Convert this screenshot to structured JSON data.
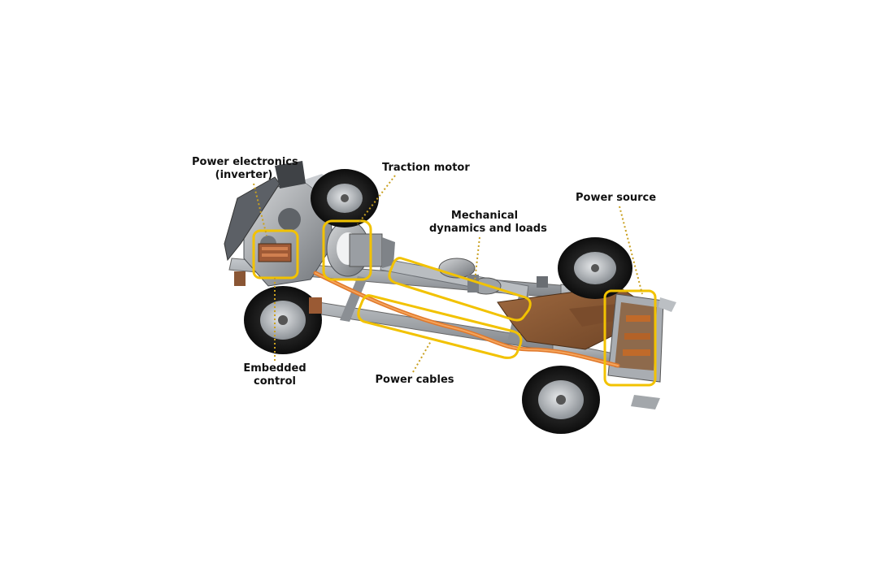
{
  "labels": {
    "power_electronics": [
      "Power electronics",
      "(inverter)"
    ],
    "traction_motor": "Traction motor",
    "mechanical": [
      "Mechanical",
      "dynamics and loads"
    ],
    "power_source": "Power source",
    "embedded_control": [
      "Embedded",
      "control"
    ],
    "power_cables": "Power cables"
  },
  "colors": {
    "highlight_box": "#f2c200",
    "leader_line": "#c9a020",
    "tire": "#1c1c1c",
    "rim": "#b8bcc0",
    "frame": "#9a9ea3",
    "cable": "#e0782a",
    "battery_tray": "#8a5a36"
  }
}
